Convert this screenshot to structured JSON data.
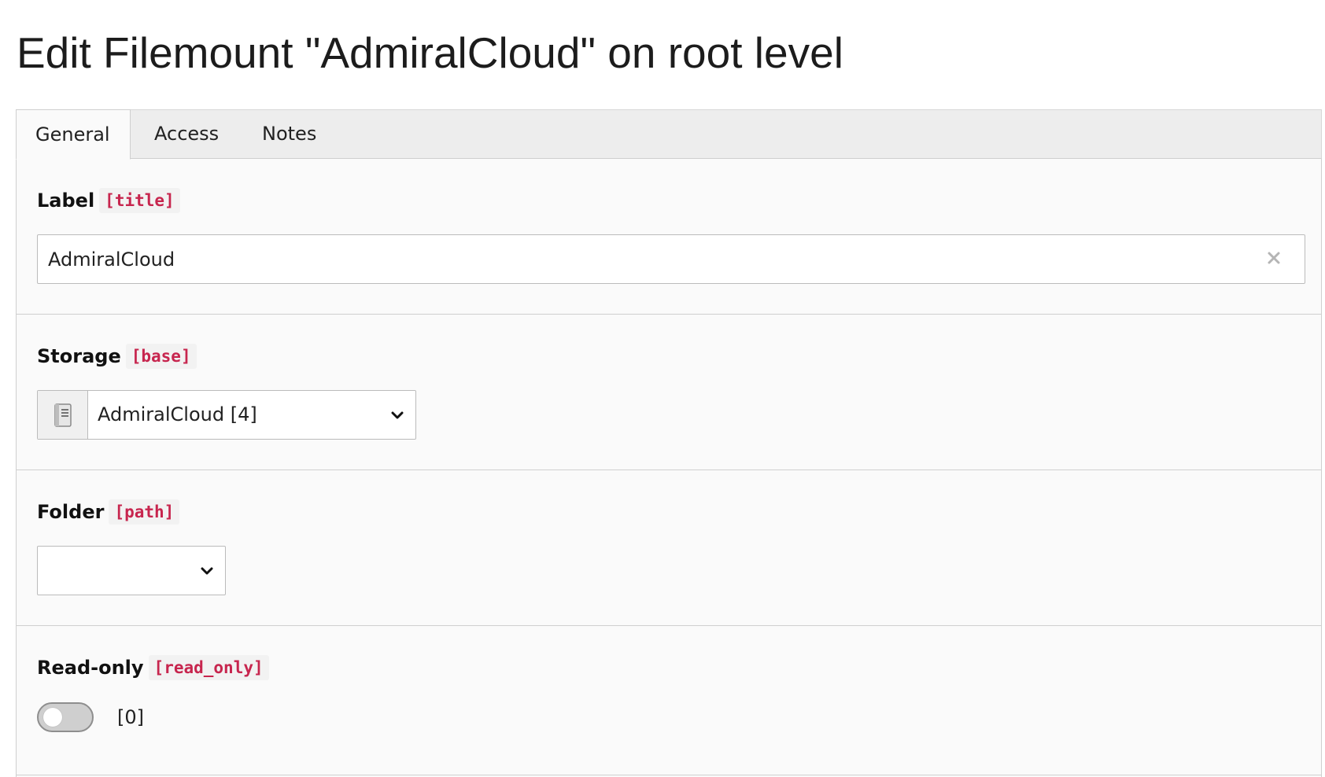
{
  "page": {
    "title": "Edit Filemount \"AdmiralCloud\" on root level"
  },
  "tabs": [
    {
      "label": "General",
      "active": true
    },
    {
      "label": "Access",
      "active": false
    },
    {
      "label": "Notes",
      "active": false
    }
  ],
  "fields": {
    "title": {
      "label": "Label",
      "code": "[title]",
      "value": "AdmiralCloud",
      "clear_icon": "close-icon"
    },
    "base": {
      "label": "Storage",
      "code": "[base]",
      "selected": "AdmiralCloud [4]",
      "icon": "storage-icon"
    },
    "path": {
      "label": "Folder",
      "code": "[path]",
      "selected": ""
    },
    "read_only": {
      "label": "Read-only",
      "code": "[read_only]",
      "checked": false,
      "value_text": "[0]"
    }
  },
  "colors": {
    "code_text": "#c7254e",
    "code_bg": "#f2f2f2",
    "tab_bar_bg": "#ededed",
    "panel_bg": "#fafafa",
    "border": "#cfcfcf"
  }
}
